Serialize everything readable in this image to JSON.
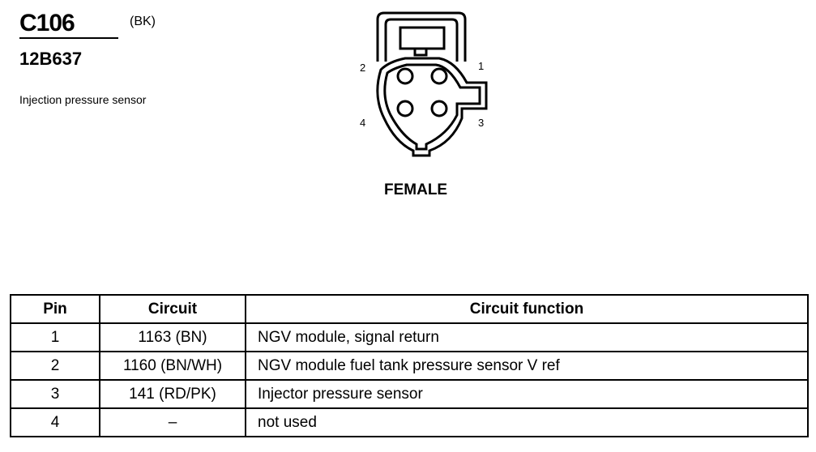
{
  "connector": {
    "id": "C106",
    "color_code": "(BK)",
    "part_number": "12B637",
    "description": "Injection pressure sensor",
    "gender": "FEMALE",
    "pin_labels": [
      "1",
      "2",
      "3",
      "4"
    ]
  },
  "table": {
    "headers": [
      "Pin",
      "Circuit",
      "Circuit function"
    ],
    "rows": [
      {
        "pin": "1",
        "circuit": "1163 (BN)",
        "function": "NGV module, signal return"
      },
      {
        "pin": "2",
        "circuit": "1160 (BN/WH)",
        "function": "NGV module fuel tank pressure sensor V ref"
      },
      {
        "pin": "3",
        "circuit": "141 (RD/PK)",
        "function": "Injector pressure sensor"
      },
      {
        "pin": "4",
        "circuit": "–",
        "function": "not used"
      }
    ]
  }
}
